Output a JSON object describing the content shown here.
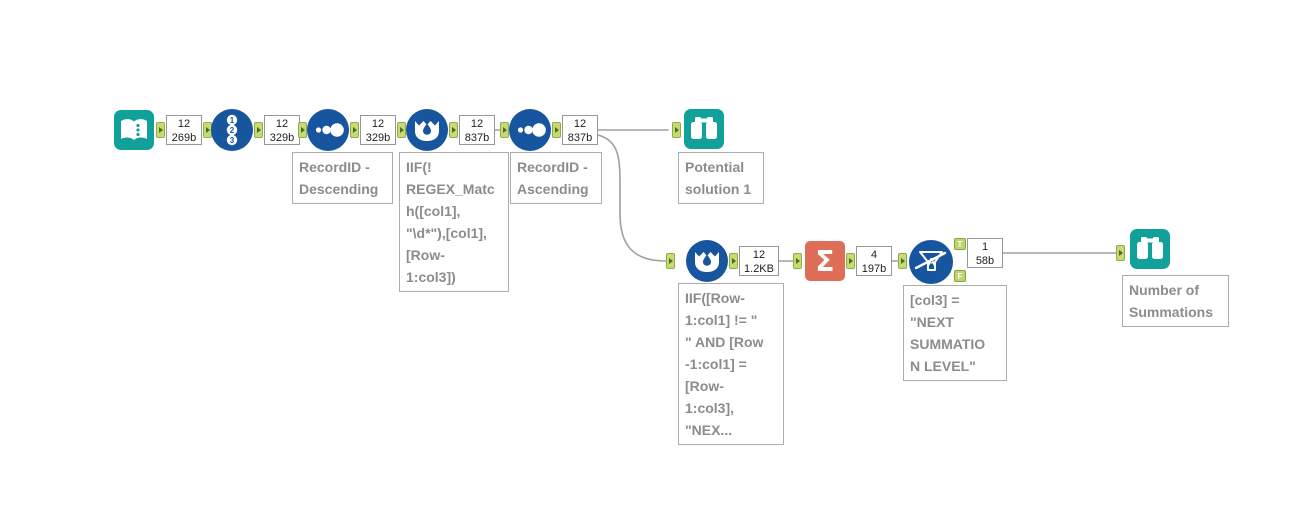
{
  "workflow": {
    "app": "workflow-canvas",
    "colors": {
      "background": "#FFFFFF",
      "teal": "#12A09A",
      "blue": "#17559E",
      "salmon": "#DF6E59",
      "anchor_fill": "#C9DA74",
      "anchor_arrow": "#3F721C",
      "wire": "#A0A0A0",
      "annotation_text": "#8C8C8C"
    },
    "nodes": [
      {
        "tool": "input-data",
        "badge": {
          "rows": "12",
          "size": "269b"
        }
      },
      {
        "tool": "record-id",
        "badge": {
          "rows": "12",
          "size": "329b"
        }
      },
      {
        "tool": "sort",
        "badge": {
          "rows": "12",
          "size": "329b"
        },
        "annotation": "RecordID -\nDescending"
      },
      {
        "tool": "formula",
        "badge": {
          "rows": "12",
          "size": "837b"
        },
        "annotation": "IIF(!\nREGEX_Matc\nh([col1],\n\"\\d*\"),[col1],\n[Row-\n1:col3])"
      },
      {
        "tool": "sort",
        "badge": {
          "rows": "12",
          "size": "837b"
        },
        "annotation": "RecordID -\nAscending"
      },
      {
        "tool": "browse",
        "annotation": "Potential\nsolution 1"
      },
      {
        "tool": "formula",
        "badge": {
          "rows": "12",
          "size": "1.2KB"
        },
        "annotation": "IIF([Row-\n1:col1] != \"\n\" AND [Row\n-1:col1] =\n[Row-\n1:col3],\n\"NEX..."
      },
      {
        "tool": "summarize",
        "badge": {
          "rows": "4",
          "size": "197b"
        }
      },
      {
        "tool": "filter",
        "badge": {
          "rows": "1",
          "size": "58b"
        },
        "outputs": {
          "true": "T",
          "false": "F"
        },
        "annotation": "[col3] =\n\"NEXT\nSUMMATIO\nN LEVEL\""
      },
      {
        "tool": "browse",
        "annotation": "Number of\nSummations"
      }
    ]
  }
}
